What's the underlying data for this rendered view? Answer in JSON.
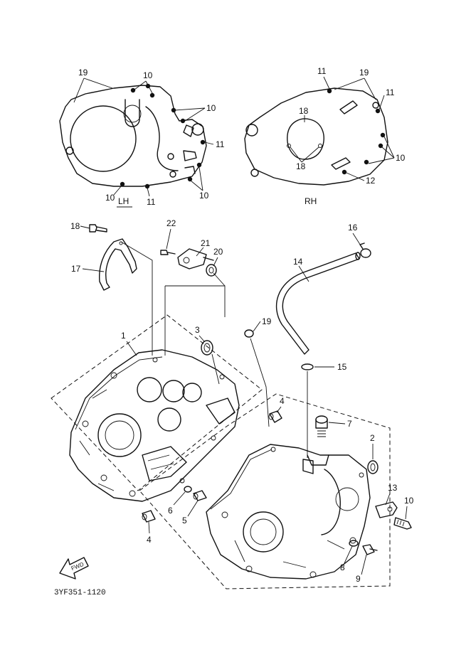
{
  "diagram": {
    "code": "3YF351-1120",
    "side_labels": {
      "left": "LH",
      "right": "RH"
    },
    "fwd_label": "FWD",
    "callouts": {
      "lh_19": "19",
      "lh_10a": "10",
      "lh_10b": "10",
      "lh_11a": "11",
      "lh_10c": "10",
      "lh_11b": "11",
      "lh_10d": "10",
      "rh_11a": "11",
      "rh_19": "19",
      "rh_11b": "11",
      "rh_18a": "18",
      "rh_18b": "18",
      "rh_10": "10",
      "rh_12": "12",
      "p18": "18",
      "p22": "22",
      "p21": "21",
      "p20": "20",
      "p17": "17",
      "p16": "16",
      "p14": "14",
      "p1": "1",
      "p3": "3",
      "p19": "19",
      "p15": "15",
      "p4a": "4",
      "p7": "7",
      "p2": "2",
      "p13": "13",
      "p10": "10",
      "p6": "6",
      "p5": "5",
      "p4b": "4",
      "p8": "8",
      "p9": "9"
    }
  }
}
